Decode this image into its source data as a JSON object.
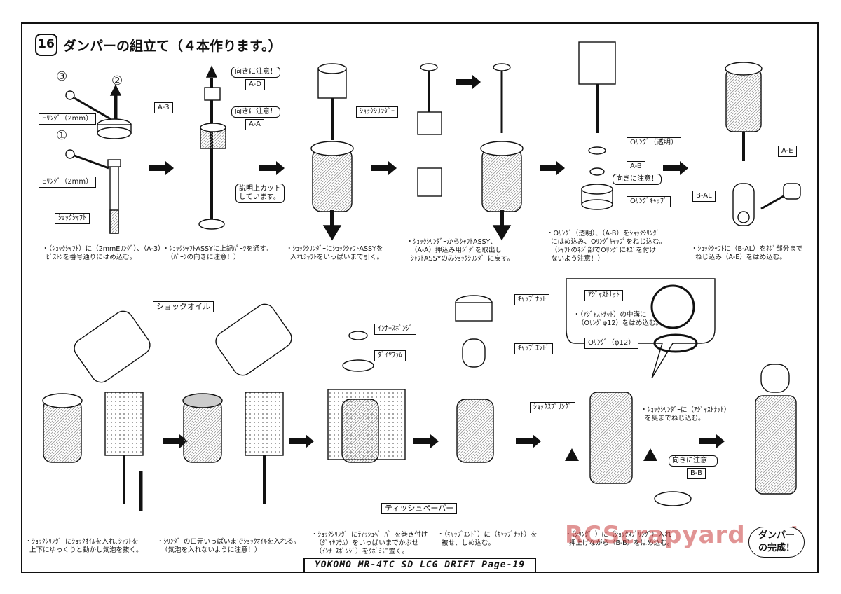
{
  "header": {
    "step_number": "16",
    "title": "ダンパーの組立て（４本作ります。）"
  },
  "labels": {
    "num1": "①",
    "num2": "②",
    "num3": "③",
    "e_ring_a": "Eﾘﾝｸﾞ（2mm）",
    "e_ring_b": "Eﾘﾝｸﾞ（2mm）",
    "a3": "A-3",
    "shock_shaft": "ｼｮｯｸｼｬﾌﾄ",
    "caution_a": "向きに注意！",
    "ad": "A-D",
    "caution_b": "向きに注意！",
    "aa": "A-A",
    "cutaway": "説明上カット\nしています。",
    "shock_cylinder": "ｼｮｯｸｼﾘﾝﾀﾞｰ",
    "oring_clear": "Oﾘﾝｸﾞ（透明）",
    "ab": "A-B",
    "caution_c": "向きに注意！",
    "oring_cap": "Oﾘﾝｸﾞｷｬｯﾌﾟ",
    "ae": "A-E",
    "bal": "B-AL",
    "shock_oil": "ショックオイル",
    "inner_sponge": "ｲﾝﾅｰｽﾎﾟﾝｼﾞ",
    "diaphragm": "ﾀﾞｲﾔﾌﾗﾑ",
    "tissue": "ティッシュペーパー",
    "cap_nut": "ｷｬｯﾌﾟﾅｯﾄ",
    "cap_end": "ｷｬｯﾌﾟｴﾝﾄﾞ",
    "adjust_nut": "ｱｼﾞｬｽﾄﾅｯﾄ",
    "oring12": "Oﾘﾝｸﾞ（φ12）",
    "shock_spring": "ｼｮｯｸｽﾌﾟﾘﾝｸﾞ",
    "caution_d": "向きに注意！",
    "bb": "B-B",
    "done": "ダンパー\nの完成！"
  },
  "captions": {
    "c1": "・（ｼｮｯｸｼｬﾌﾄ）に（2mmEﾘﾝｸﾞ）、（A-3）\n  ﾋﾟｽﾄﾝを番号通りにはめ込む。",
    "c2": "・ｼｮｯｸｼｬﾌﾄASSYに上記ﾊﾟｰﾂを通す。\n  （ﾊﾟｰﾂの向きに注意！）",
    "c3": "・ｼｮｯｸｼﾘﾝﾀﾞｰにｼｮｯｸｼｬﾌﾄASSYを\n  入れｼｬﾌﾄをいっぱいまで引く。",
    "c4": "・ｼｮｯｸｼﾘﾝﾀﾞｰからｼｬﾌﾄASSY、\n  （A-A）押込み用ｼﾞｸﾞを取出し\n  ｼｬﾌﾄASSYのみｼｮｯｸｼﾘﾝﾀﾞｰに戻す。",
    "c5": "・Oﾘﾝｸﾞ（透明）、（A-B）をｼｮｯｸｼﾘﾝﾀﾞｰ\n  にはめ込み、Oﾘﾝｸﾞｷｬｯﾌﾟをねじ込む。\n  （ｼｬﾌﾄのﾈｼﾞ部でOﾘﾝｸﾞにｷｽﾞを付け\n  ないよう注意！）",
    "c6": "・ｼｮｯｸｼｬﾌﾄに（B-AL）をﾈｼﾞ部分まで\n  ねじ込み（A-E）をはめ込む。",
    "c7": "・（ｱｼﾞｬｽﾄﾅｯﾄ）の中溝に\n  （Oﾘﾝｸﾞφ12）をはめ込む。",
    "c8": "・ｼｮｯｸｼﾘﾝﾀﾞｰに（ｱｼﾞｬｽﾄﾅｯﾄ）\n  を奥までねじ込む。",
    "c9": "・ｼｮｯｸｼﾘﾝﾀﾞｰにｼｮｯｸｵｲﾙを入れ､ｼｬﾌﾄを\n  上下にゆっくりと動かし気泡を抜く。",
    "c10": "・ｼﾘﾝﾀﾞｰの口元いっぱいまでｼｮｯｸｵｲﾙを入れる。\n  （気泡を入れないように注意！）",
    "c11": "・ｼｮｯｸｼﾘﾝﾀﾞｰにﾃｨｯｼｭﾍﾟｰﾊﾟｰを巻き付け\n  （ﾀﾞｲﾔﾌﾗﾑ）をいっぱいまでかぶせ\n  （ｲﾝﾅｰｽﾎﾟﾝｼﾞ）をｸﾎﾞﾐに置く。",
    "c12": "・（ｷｬｯﾌﾟｴﾝﾄﾞ）に（ｷｬｯﾌﾟﾅｯﾄ）を\n  被せ、しめ込む。",
    "c13": "・（ｼﾘﾝﾀﾞｰ）に（ｼｮｯｸｽﾌﾟﾘﾝｸﾞ）入れ\n  押上げながら（B-B）をはめ込む。"
  },
  "footer": "YOKOMO MR-4TC SD LCG DRIFT  Page-19",
  "watermark": "RCScrapyard.net",
  "colors": {
    "ink": "#111111",
    "paper": "#ffffff",
    "watermark": "#c83c3c"
  }
}
